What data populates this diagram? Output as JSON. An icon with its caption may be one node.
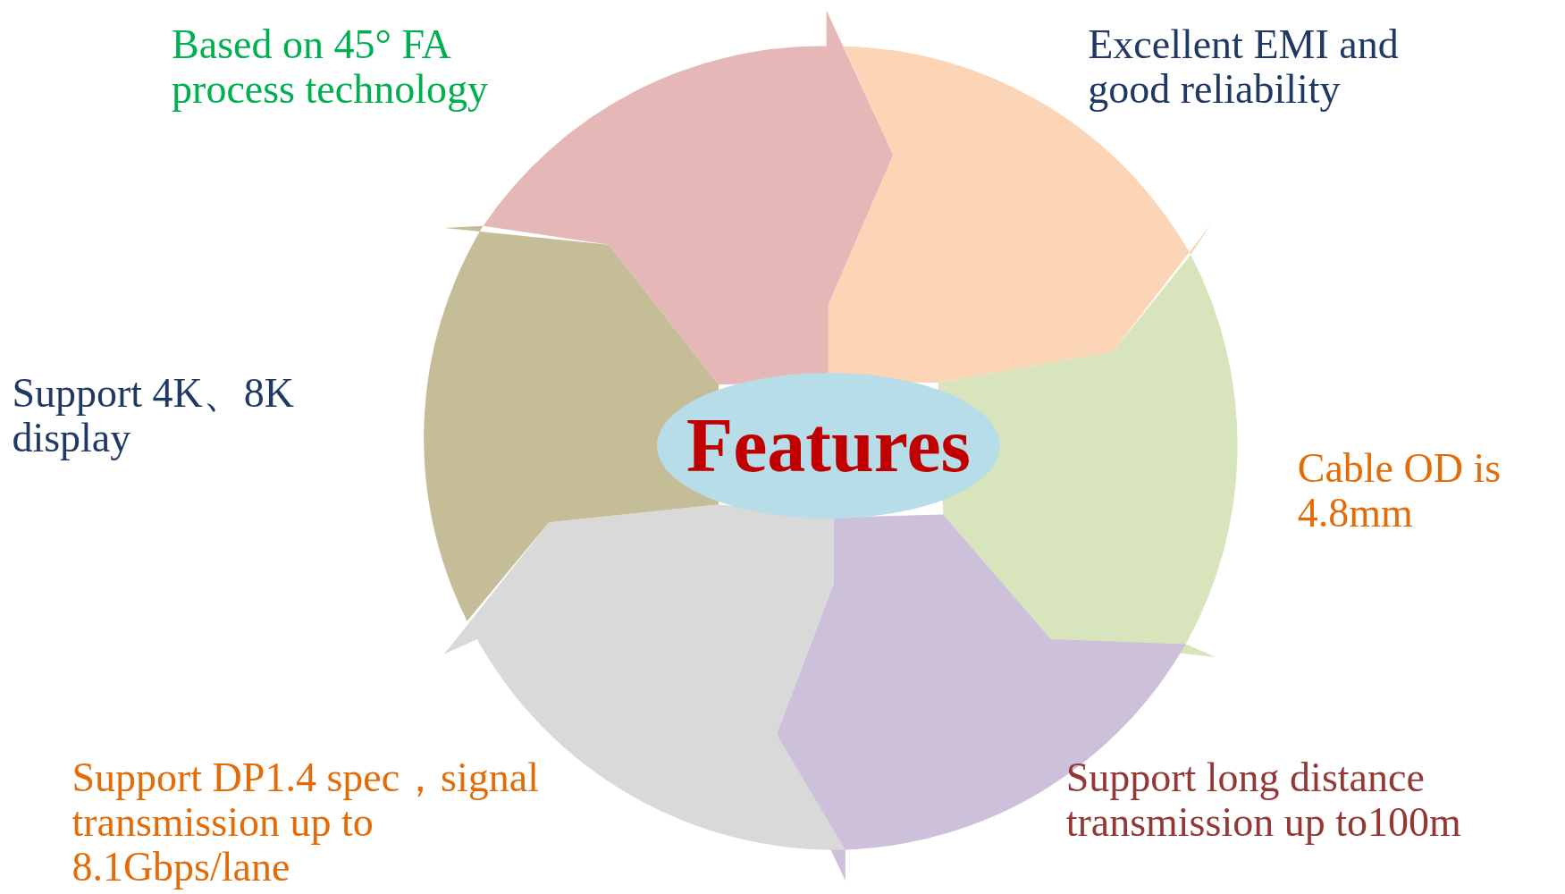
{
  "diagram": {
    "nodes": [
      {
        "text": [
          "Features"
        ]
      }
    ],
    "labels": [
      "Based on 45° FA process technology",
      "Excellent EMI and good reliability",
      "Support 4K、8K display",
      "Cable OD is 4.8mm",
      "Support DP1.4 spec，signal transmission up to 8.1Gbps/lane",
      "Support long distance transmission up to100m"
    ]
  }
}
